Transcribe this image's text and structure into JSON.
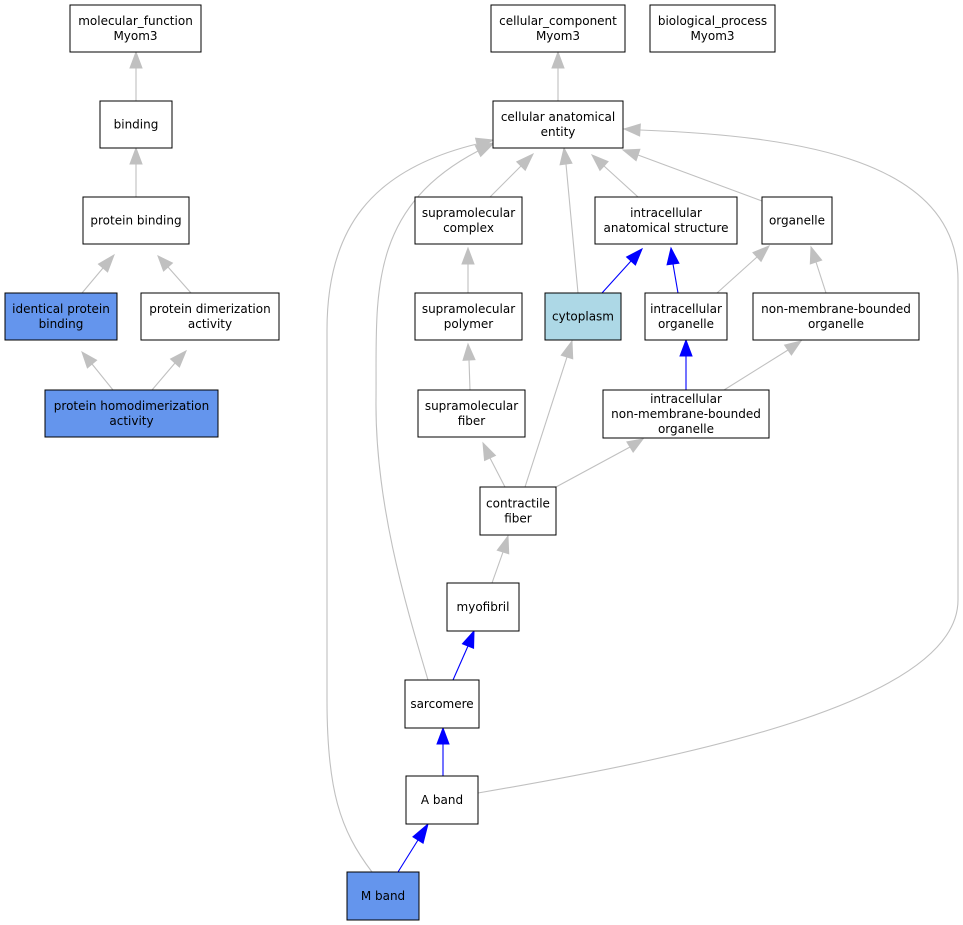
{
  "colors": {
    "node_fill": "#ffffff",
    "highlight_blue": "#6495ed",
    "highlight_light": "#add8e6",
    "edge_gray": "#c0c0c0",
    "edge_blue": "#0000ff"
  },
  "nodes": {
    "mf_root": {
      "lines": [
        "molecular_function",
        "Myom3"
      ],
      "fill": "white"
    },
    "binding": {
      "lines": [
        "binding"
      ],
      "fill": "white"
    },
    "protein_binding": {
      "lines": [
        "protein binding"
      ],
      "fill": "white"
    },
    "identical_protein_binding": {
      "lines": [
        "identical protein",
        "binding"
      ],
      "fill": "blue"
    },
    "protein_dimerization": {
      "lines": [
        "protein dimerization",
        "activity"
      ],
      "fill": "white"
    },
    "protein_homodimerization": {
      "lines": [
        "protein homodimerization",
        "activity"
      ],
      "fill": "blue"
    },
    "cc_root": {
      "lines": [
        "cellular_component",
        "Myom3"
      ],
      "fill": "white"
    },
    "bp_root": {
      "lines": [
        "biological_process",
        "Myom3"
      ],
      "fill": "white"
    },
    "cellular_anatomical_entity": {
      "lines": [
        "cellular anatomical",
        "entity"
      ],
      "fill": "white"
    },
    "supramolecular_complex": {
      "lines": [
        "supramolecular",
        "complex"
      ],
      "fill": "white"
    },
    "intracellular_anatomical_structure": {
      "lines": [
        "intracellular",
        "anatomical structure"
      ],
      "fill": "white"
    },
    "organelle": {
      "lines": [
        "organelle"
      ],
      "fill": "white"
    },
    "supramolecular_polymer": {
      "lines": [
        "supramolecular",
        "polymer"
      ],
      "fill": "white"
    },
    "cytoplasm": {
      "lines": [
        "cytoplasm"
      ],
      "fill": "light"
    },
    "intracellular_organelle": {
      "lines": [
        "intracellular",
        "organelle"
      ],
      "fill": "white"
    },
    "non_membrane_bounded_organelle": {
      "lines": [
        "non-membrane-bounded",
        "organelle"
      ],
      "fill": "white"
    },
    "supramolecular_fiber": {
      "lines": [
        "supramolecular",
        "fiber"
      ],
      "fill": "white"
    },
    "intracellular_non_membrane_bounded_organelle": {
      "lines": [
        "intracellular",
        "non-membrane-bounded",
        "organelle"
      ],
      "fill": "white"
    },
    "contractile_fiber": {
      "lines": [
        "contractile",
        "fiber"
      ],
      "fill": "white"
    },
    "myofibril": {
      "lines": [
        "myofibril"
      ],
      "fill": "white"
    },
    "sarcomere": {
      "lines": [
        "sarcomere"
      ],
      "fill": "white"
    },
    "a_band": {
      "lines": [
        "A band"
      ],
      "fill": "white"
    },
    "m_band": {
      "lines": [
        "M band"
      ],
      "fill": "blue"
    }
  },
  "edges": [
    {
      "from": "binding",
      "to": "mf_root",
      "color": "gray"
    },
    {
      "from": "protein_binding",
      "to": "binding",
      "color": "gray"
    },
    {
      "from": "identical_protein_binding",
      "to": "protein_binding",
      "color": "gray"
    },
    {
      "from": "protein_dimerization",
      "to": "protein_binding",
      "color": "gray"
    },
    {
      "from": "protein_homodimerization",
      "to": "identical_protein_binding",
      "color": "gray"
    },
    {
      "from": "protein_homodimerization",
      "to": "protein_dimerization",
      "color": "gray"
    },
    {
      "from": "cellular_anatomical_entity",
      "to": "cc_root",
      "color": "gray"
    },
    {
      "from": "supramolecular_complex",
      "to": "cellular_anatomical_entity",
      "color": "gray"
    },
    {
      "from": "intracellular_anatomical_structure",
      "to": "cellular_anatomical_entity",
      "color": "gray"
    },
    {
      "from": "organelle",
      "to": "cellular_anatomical_entity",
      "color": "gray"
    },
    {
      "from": "cytoplasm",
      "to": "cellular_anatomical_entity",
      "color": "gray"
    },
    {
      "from": "cytoplasm",
      "to": "intracellular_anatomical_structure",
      "color": "blue"
    },
    {
      "from": "intracellular_organelle",
      "to": "intracellular_anatomical_structure",
      "color": "blue"
    },
    {
      "from": "intracellular_organelle",
      "to": "organelle",
      "color": "gray"
    },
    {
      "from": "non_membrane_bounded_organelle",
      "to": "organelle",
      "color": "gray"
    },
    {
      "from": "supramolecular_polymer",
      "to": "supramolecular_complex",
      "color": "gray"
    },
    {
      "from": "supramolecular_fiber",
      "to": "supramolecular_polymer",
      "color": "gray"
    },
    {
      "from": "intracellular_non_membrane_bounded_organelle",
      "to": "intracellular_organelle",
      "color": "gray"
    },
    {
      "from": "intracellular_non_membrane_bounded_organelle",
      "to": "non_membrane_bounded_organelle",
      "color": "gray"
    },
    {
      "from": "contractile_fiber",
      "to": "supramolecular_fiber",
      "color": "gray"
    },
    {
      "from": "contractile_fiber",
      "to": "cytoplasm",
      "color": "blue"
    },
    {
      "from": "contractile_fiber",
      "to": "intracellular_non_membrane_bounded_organelle",
      "color": "gray"
    },
    {
      "from": "myofibril",
      "to": "contractile_fiber",
      "color": "gray"
    },
    {
      "from": "sarcomere",
      "to": "myofibril",
      "color": "blue"
    },
    {
      "from": "sarcomere",
      "to": "cellular_anatomical_entity",
      "color": "gray"
    },
    {
      "from": "a_band",
      "to": "sarcomere",
      "color": "blue"
    },
    {
      "from": "a_band",
      "to": "cellular_anatomical_entity",
      "color": "gray"
    },
    {
      "from": "m_band",
      "to": "a_band",
      "color": "blue"
    },
    {
      "from": "m_band",
      "to": "cellular_anatomical_entity",
      "color": "gray"
    }
  ]
}
